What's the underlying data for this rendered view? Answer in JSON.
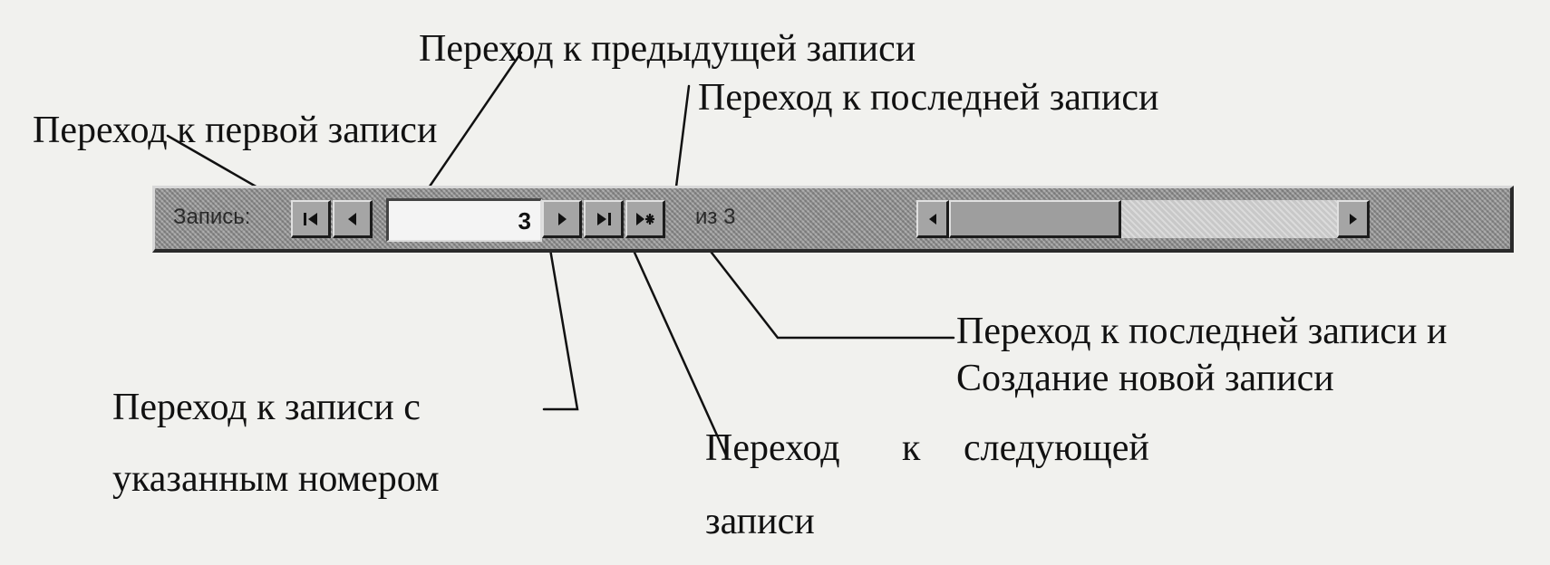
{
  "annotations": {
    "first_record": "Переход к первой записи",
    "previous_record": "Переход к предыдущей записи",
    "last_record": "Переход к последней записи",
    "last_and_new_line1": "Переход к последней записи и",
    "last_and_new_line2": "Создание новой записи",
    "specified_number_line1": "Переход  к  записи  с",
    "specified_number_line2": "указанным номером",
    "next_record_word1": "Переход",
    "next_record_word2": "к",
    "next_record_word3": "следующей",
    "next_record_line2": "записи"
  },
  "navbar": {
    "record_label": "Запись:",
    "current_record": "3",
    "of_label": "из 3"
  },
  "icons": {
    "first": "first-record-icon",
    "previous": "previous-record-icon",
    "next": "next-record-icon",
    "last": "last-record-icon",
    "new": "new-record-icon",
    "scroll_left": "scroll-left-arrow-icon",
    "scroll_right": "scroll-right-arrow-icon"
  }
}
